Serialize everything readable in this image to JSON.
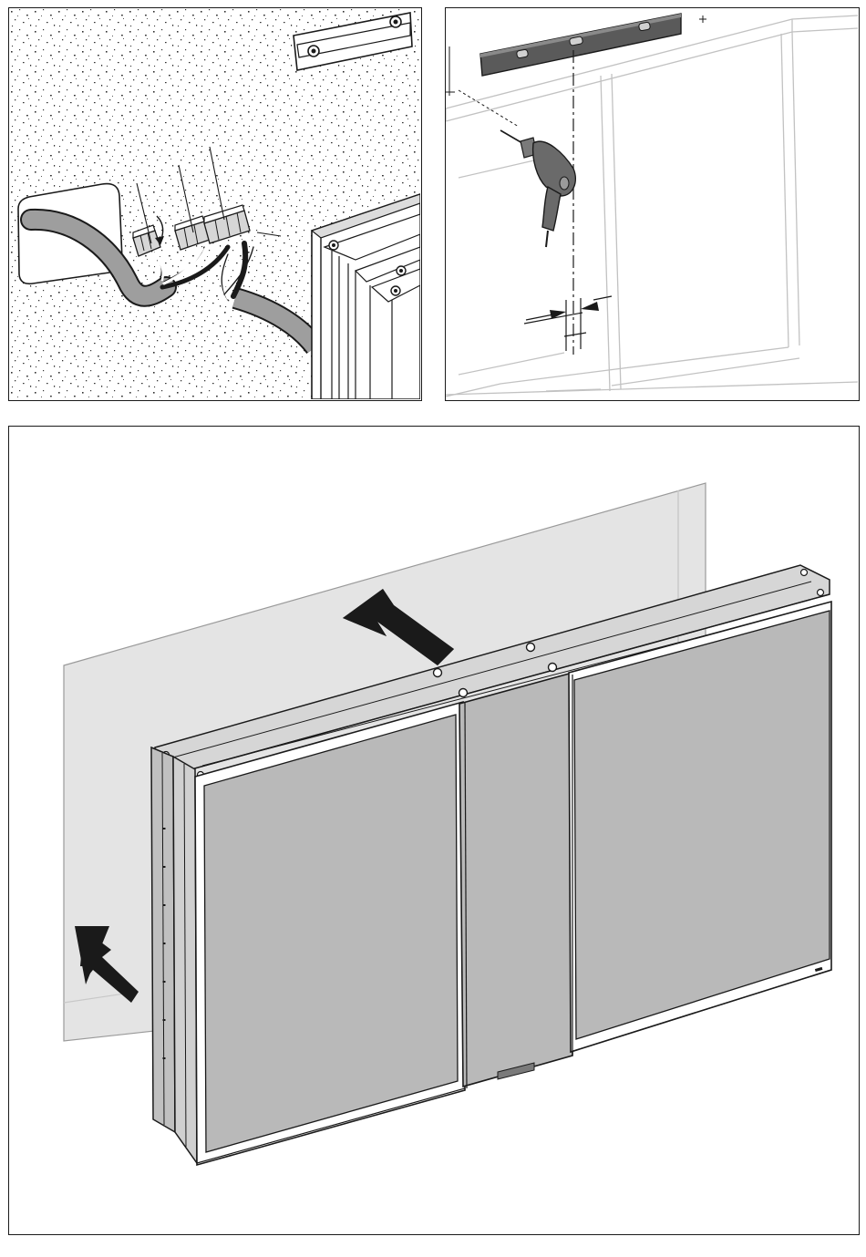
{
  "figure": {
    "steps": [
      {
        "id": "wiring",
        "depicts": "cable-connection-to-terminal-blocks"
      },
      {
        "id": "drilling",
        "depicts": "levelled-drilling-of-mounting-holes"
      },
      {
        "id": "mounting",
        "depicts": "push-cabinet-against-wall"
      }
    ],
    "icons": [
      "spirit-level-icon",
      "drill-icon",
      "terminal-block-icon",
      "arrow-icon",
      "mounting-rail-icon"
    ],
    "colors": {
      "line": "#1a1a1a",
      "cabinet_gray": "#b9b9b9",
      "wall_gray": "#e4e4e4",
      "level_gray": "#5a5a5a",
      "cable_gray": "#9e9e9e"
    }
  }
}
